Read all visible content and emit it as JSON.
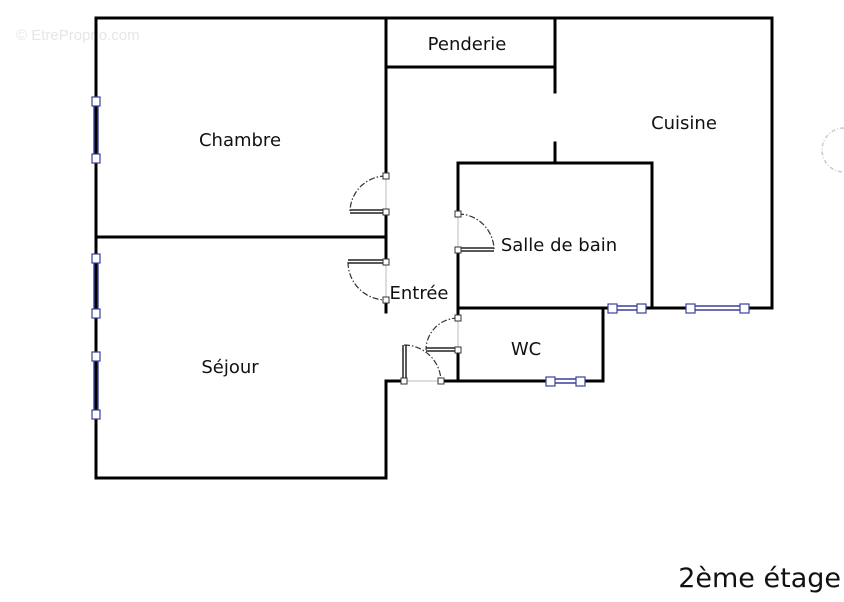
{
  "watermark": "© EtreProprio.com",
  "rooms": {
    "penderie": "Penderie",
    "cuisine": "Cuisine",
    "chambre": "Chambre",
    "salle_de_bain": "Salle de bain",
    "entree": "Entrée",
    "wc": "WC",
    "sejour": "Séjour"
  },
  "floor_label": "2ème étage"
}
